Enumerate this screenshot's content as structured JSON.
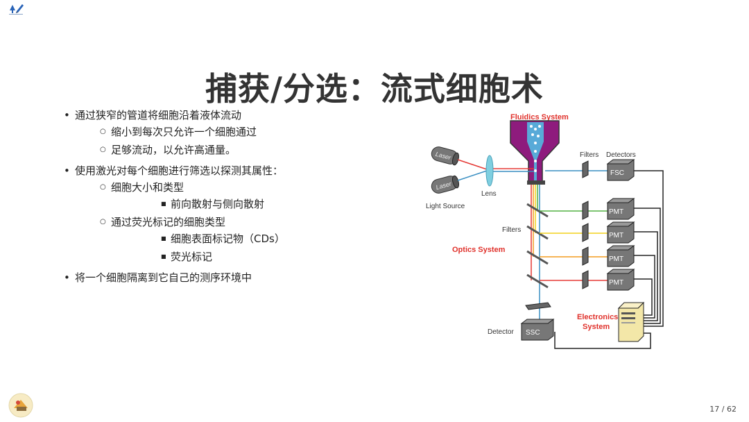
{
  "slide": {
    "title": "捕获/分选：流式细胞术",
    "bullets": [
      {
        "text": "通过狭窄的管道将细胞沿着液体流动",
        "children": [
          {
            "text": "缩小到每次只允许一个细胞通过",
            "children": []
          },
          {
            "text": "足够流动，以允许高通量。",
            "children": []
          }
        ]
      },
      {
        "text": "使用激光对每个细胞进行筛选以探测其属性：",
        "children": [
          {
            "text": "细胞大小和类型",
            "children": [
              {
                "text": "前向散射与侧向散射"
              }
            ]
          },
          {
            "text": "通过荧光标记的细胞类型",
            "children": [
              {
                "text": "细胞表面标记物（CDs）"
              },
              {
                "text": "荧光标记"
              }
            ]
          }
        ]
      },
      {
        "text": "将一个细胞隔离到它自己的测序环境中",
        "children": []
      }
    ],
    "page_number": "17 / 62"
  },
  "diagram": {
    "fluidics": "Fluidics System",
    "laser": "Laser",
    "lens": "Lens",
    "light_source": "Light Source",
    "filters": "Filters",
    "detectors": "Detectors",
    "fsc": "FSC",
    "pmt": "PMT",
    "optics": "Optics System",
    "detector": "Detector",
    "ssc": "SSC",
    "electronics_1": "Electronics",
    "electronics_2": "System"
  },
  "colors": {
    "title": "#333333",
    "fluidics_red": "#e0312b",
    "nozzle_purple": "#8e1b7d",
    "laser_red": "#e53935",
    "laser_blue": "#3a8fc2",
    "green": "#52b043",
    "yellow": "#f2d21b",
    "orange": "#f39c1f"
  },
  "icons": [
    "logo-icon",
    "avatar-icon"
  ]
}
